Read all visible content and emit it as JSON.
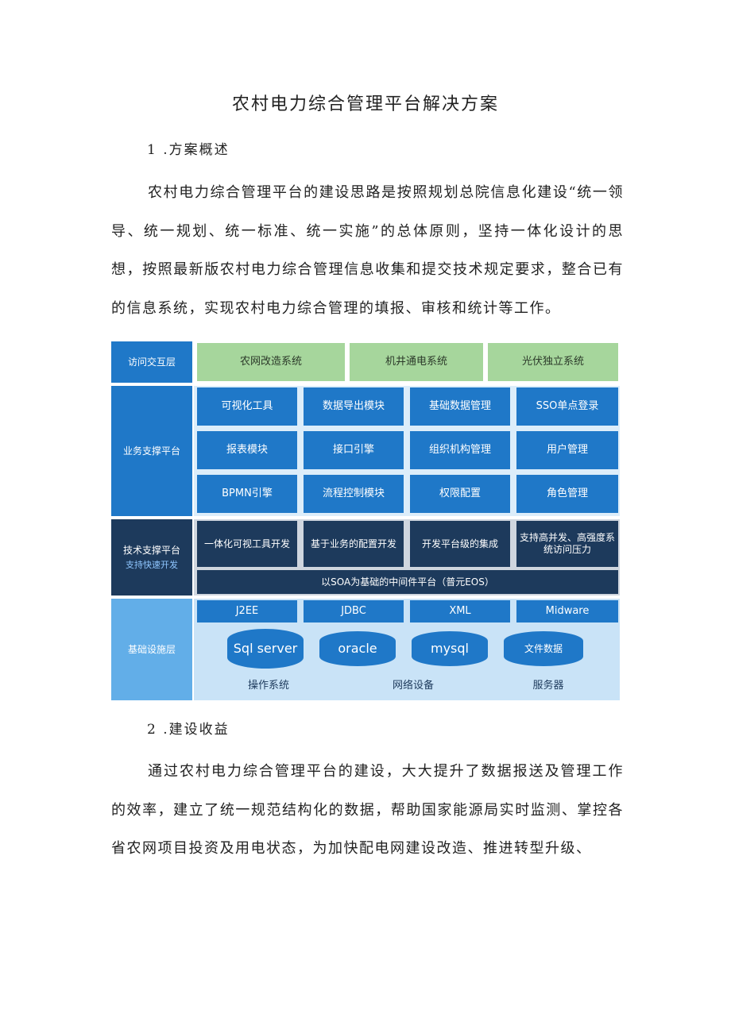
{
  "title": "农村电力综合管理平台解决方案",
  "section1": {
    "heading": "1 .方案概述",
    "paragraph": "农村电力综合管理平台的建设思路是按照规划总院信息化建设“统一领导、统一规划、统一标准、统一实施”的总体原则，坚持一体化设计的思想，按照最新版农村电力综合管理信息收集和提交技术规定要求，整合已有的信息系统，实现农村电力综合管理的填报、审核和统计等工作。"
  },
  "diagram": {
    "colors": {
      "green": "#a6d69c",
      "blue": "#1f78c8",
      "navy": "#1d3a5c",
      "layer_bg": "#1f78c8",
      "light_bg": "#c9e3f7"
    },
    "layers": {
      "access": {
        "label": "访问交互层",
        "items": [
          "农网改造系统",
          "机井通电系统",
          "光伏独立系统"
        ]
      },
      "business": {
        "label": "业务支撑平台",
        "rows": [
          [
            "可视化工具",
            "数据导出模块",
            "基础数据管理",
            "SSO单点登录"
          ],
          [
            "报表模块",
            "接口引擎",
            "组织机构管理",
            "用户管理"
          ],
          [
            "BPMN引擎",
            "流程控制模块",
            "权限配置",
            "角色管理"
          ]
        ]
      },
      "tech": {
        "label": "技术支撑平台",
        "sublabel": "支持快速开发",
        "items": [
          "一体化可视工具开发",
          "基于业务的配置开发",
          "开发平台级的集成",
          "支持高并发、高强度系统访问压力"
        ],
        "middleware": "以SOA为基础的中间件平台（普元EOS）"
      },
      "infra": {
        "label": "基础设施层",
        "tech_items": [
          "J2EE",
          "JDBC",
          "XML",
          "Midware"
        ],
        "databases": [
          "Sql server",
          "oracle",
          "mysql",
          "文件数据"
        ],
        "bottom": [
          "操作系统",
          "网络设备",
          "服务器"
        ]
      }
    }
  },
  "section2": {
    "heading": "2 .建设收益",
    "paragraph": "通过农村电力综合管理平台的建设，大大提升了数据报送及管理工作的效率，建立了统一规范结构化的数据，帮助国家能源局实时监测、掌控各省农网项目投资及用电状态，为加快配电网建设改造、推进转型升级、"
  }
}
